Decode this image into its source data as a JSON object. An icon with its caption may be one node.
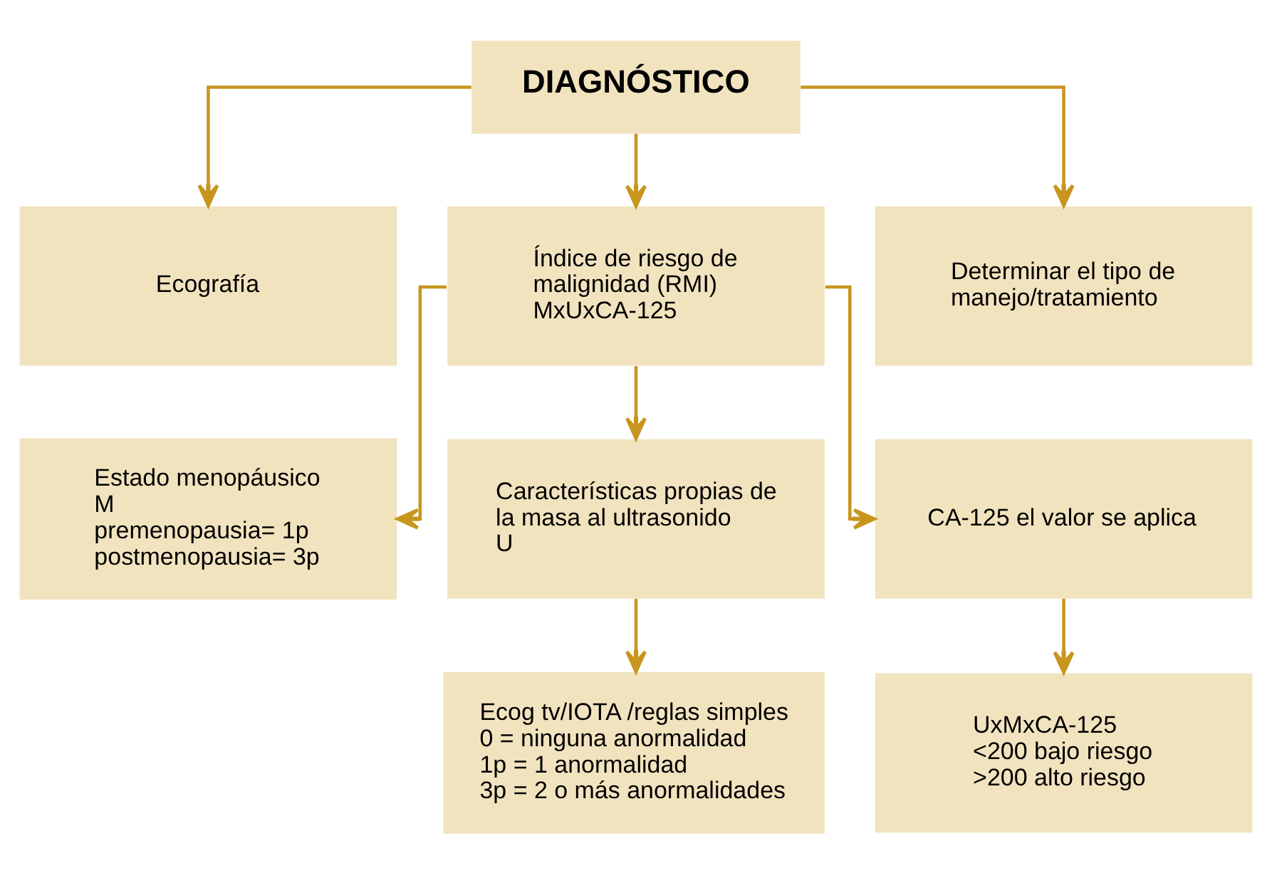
{
  "diagram": {
    "nodes": [
      {
        "text": [
          "DIAGNÓSTICO"
        ]
      },
      {
        "text": [
          "Ecografía"
        ]
      },
      {
        "text": [
          "Índice de riesgo de malignidad (RMI)",
          "MxUxCA-125"
        ]
      },
      {
        "text": [
          "Determinar el tipo de manejo/tratamiento"
        ]
      },
      {
        "text": [
          "Estado menopáusico",
          "M",
          "premenopausia= 1p",
          "postmenopausia= 3p"
        ]
      },
      {
        "text": [
          "Características propias de la masa al ultrasonido",
          "U"
        ]
      },
      {
        "text": [
          "CA-125 el valor se aplica"
        ]
      },
      {
        "text": [
          "Ecog tv/IOTA /reglas simples",
          "0 = ninguna anormalidad",
          "1p = 1 anormalidad",
          "3p = 2 o más anormalidades"
        ]
      },
      {
        "text": [
          "UxMxCA-125",
          "<200 bajo riesgo",
          ">200 alto riesgo"
        ]
      }
    ],
    "edges": [
      {
        "from": 0,
        "to": 1,
        "arrow": "to"
      },
      {
        "from": 0,
        "to": 2,
        "arrow": "to"
      },
      {
        "from": 0,
        "to": 3,
        "arrow": "to"
      },
      {
        "from": 2,
        "to": 4,
        "arrow": "to"
      },
      {
        "from": 2,
        "to": 5,
        "arrow": "to"
      },
      {
        "from": 2,
        "to": 6,
        "arrow": "to"
      },
      {
        "from": 5,
        "to": 7,
        "arrow": "to"
      },
      {
        "from": 6,
        "to": 8,
        "arrow": "to"
      }
    ]
  }
}
